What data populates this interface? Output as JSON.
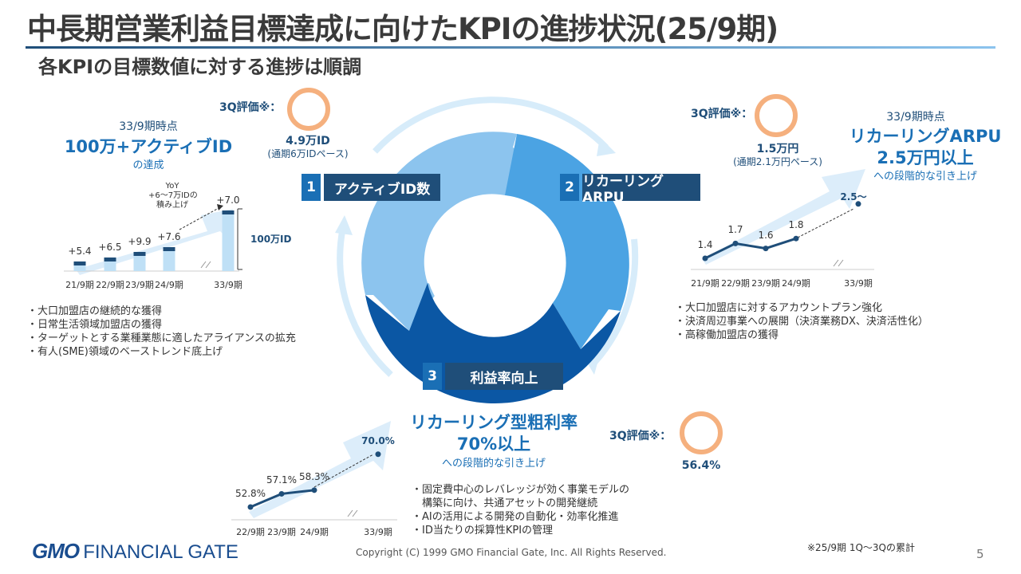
{
  "title": "中長期営業利益目標達成に向けたKPIの進捗状況(25/9期)",
  "subtitle": "各KPIの目標数値に対する進捗は順調",
  "cycle": {
    "steps": [
      {
        "num": "1",
        "label": "アクティブID数"
      },
      {
        "num": "2",
        "label": "リカーリングARPU"
      },
      {
        "num": "3",
        "label": "利益率向上"
      }
    ]
  },
  "kpi1": {
    "eval_label": "3Q評価",
    "eval_mark": "※：",
    "eval_value": "4.9万ID",
    "eval_note": "(通期6万IDペース)",
    "target_period": "33/9期時点",
    "target_main": "100万+アクティブID",
    "target_sub": "の達成",
    "yoy_note_1": "YoY",
    "yoy_note_2": "+6～7万IDの",
    "yoy_note_3": "積み上げ",
    "bar_labels": [
      "+5.4",
      "+6.5",
      "+9.9",
      "+7.6",
      "+7.0"
    ],
    "bar_side_label": "100万ID",
    "x_labels": [
      "21/9期",
      "22/9期",
      "23/9期",
      "24/9期",
      "33/9期"
    ],
    "bullets": [
      "・大口加盟店の継続的な獲得",
      "・日常生活領域加盟店の獲得",
      "・ターゲットとする業種業態に適したアライアンスの拡充",
      "・有人(SME)領域のベーストレンド底上げ"
    ]
  },
  "kpi2": {
    "eval_label": "3Q評価",
    "eval_mark": "※：",
    "eval_value": "1.5万円",
    "eval_note": "(通期2.1万円ペース)",
    "target_period": "33/9期時点",
    "target_main_1": "リカーリングARPU",
    "target_main_2": "2.5万円以上",
    "target_sub": "への段階的な引き上げ",
    "point_labels": [
      "1.4",
      "1.7",
      "1.6",
      "1.8",
      "2.5～"
    ],
    "x_labels": [
      "21/9期",
      "22/9期",
      "23/9期",
      "24/9期",
      "33/9期"
    ],
    "bullets": [
      "・大口加盟店に対するアカウントプラン強化",
      "・決済周辺事業への展開（決済業務DX、決済活性化）",
      "・高稼働加盟店の獲得"
    ]
  },
  "kpi3": {
    "eval_label": "3Q評価",
    "eval_mark": "※：",
    "eval_value": "56.4%",
    "target_main_1": "リカーリング型粗利率",
    "target_main_2": "70%以上",
    "target_sub": "への段階的な引き上げ",
    "point_labels": [
      "52.8%",
      "57.1%",
      "58.3%",
      "70.0%"
    ],
    "x_labels": [
      "22/9期",
      "23/9期",
      "24/9期",
      "33/9期"
    ],
    "bullets": [
      "・固定費中心のレバレッジが効く事業モデルの",
      "　構築に向け、共通アセットの開発継続",
      "・AIの活用による開発の自動化・効率化推進",
      "・ID当たりの採算性KPIの管理"
    ]
  },
  "chart_data": [
    {
      "type": "bar",
      "categories": [
        "21/9期",
        "22/9期",
        "23/9期",
        "24/9期",
        "33/9期"
      ],
      "values": [
        5.4,
        6.5,
        9.9,
        7.6,
        7.0
      ]
    },
    {
      "type": "line",
      "categories": [
        "21/9期",
        "22/9期",
        "23/9期",
        "24/9期",
        "33/9期"
      ],
      "values": [
        1.4,
        1.7,
        1.6,
        1.8,
        2.5
      ]
    },
    {
      "type": "line",
      "categories": [
        "22/9期",
        "23/9期",
        "24/9期",
        "33/9期"
      ],
      "values": [
        52.8,
        57.1,
        58.3,
        70.0
      ]
    }
  ],
  "footnote": "※25/9期 1Q～3Qの累計",
  "logo": {
    "gmo": "GMO",
    "name": "FINANCIAL GATE"
  },
  "copyright": "Copyright (C) 1999 GMO Financial Gate, Inc. All Rights Reserved.",
  "page_number": "5",
  "colors": {
    "navy": "#1f4e79",
    "blue": "#1a6fb5",
    "light_blue": "#8cc4ee",
    "orange": "#f5b07e"
  }
}
